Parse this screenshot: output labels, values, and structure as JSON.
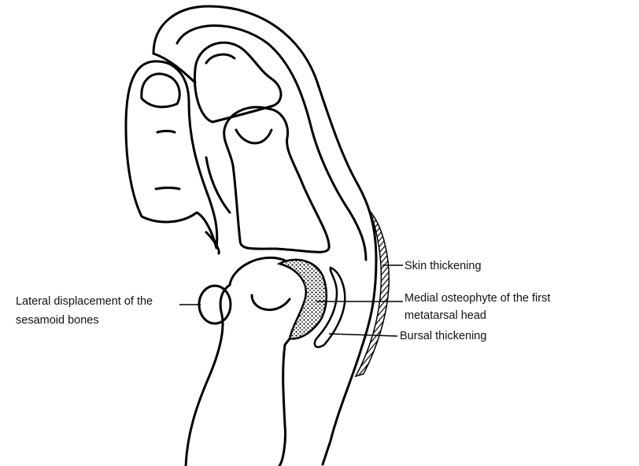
{
  "colors": {
    "stroke": "#000000",
    "background": "#ffffff",
    "text": "#111111"
  },
  "labels": {
    "skin_thickening": "Skin thickening",
    "medial_osteophyte_line1": "Medial osteophyte of the first",
    "medial_osteophyte_line2": "metatarsal head",
    "bursal_thickening": "Bursal thickening",
    "sesamoid_line1": "Lateral displacement of the",
    "sesamoid_line2": "sesamoid bones"
  }
}
